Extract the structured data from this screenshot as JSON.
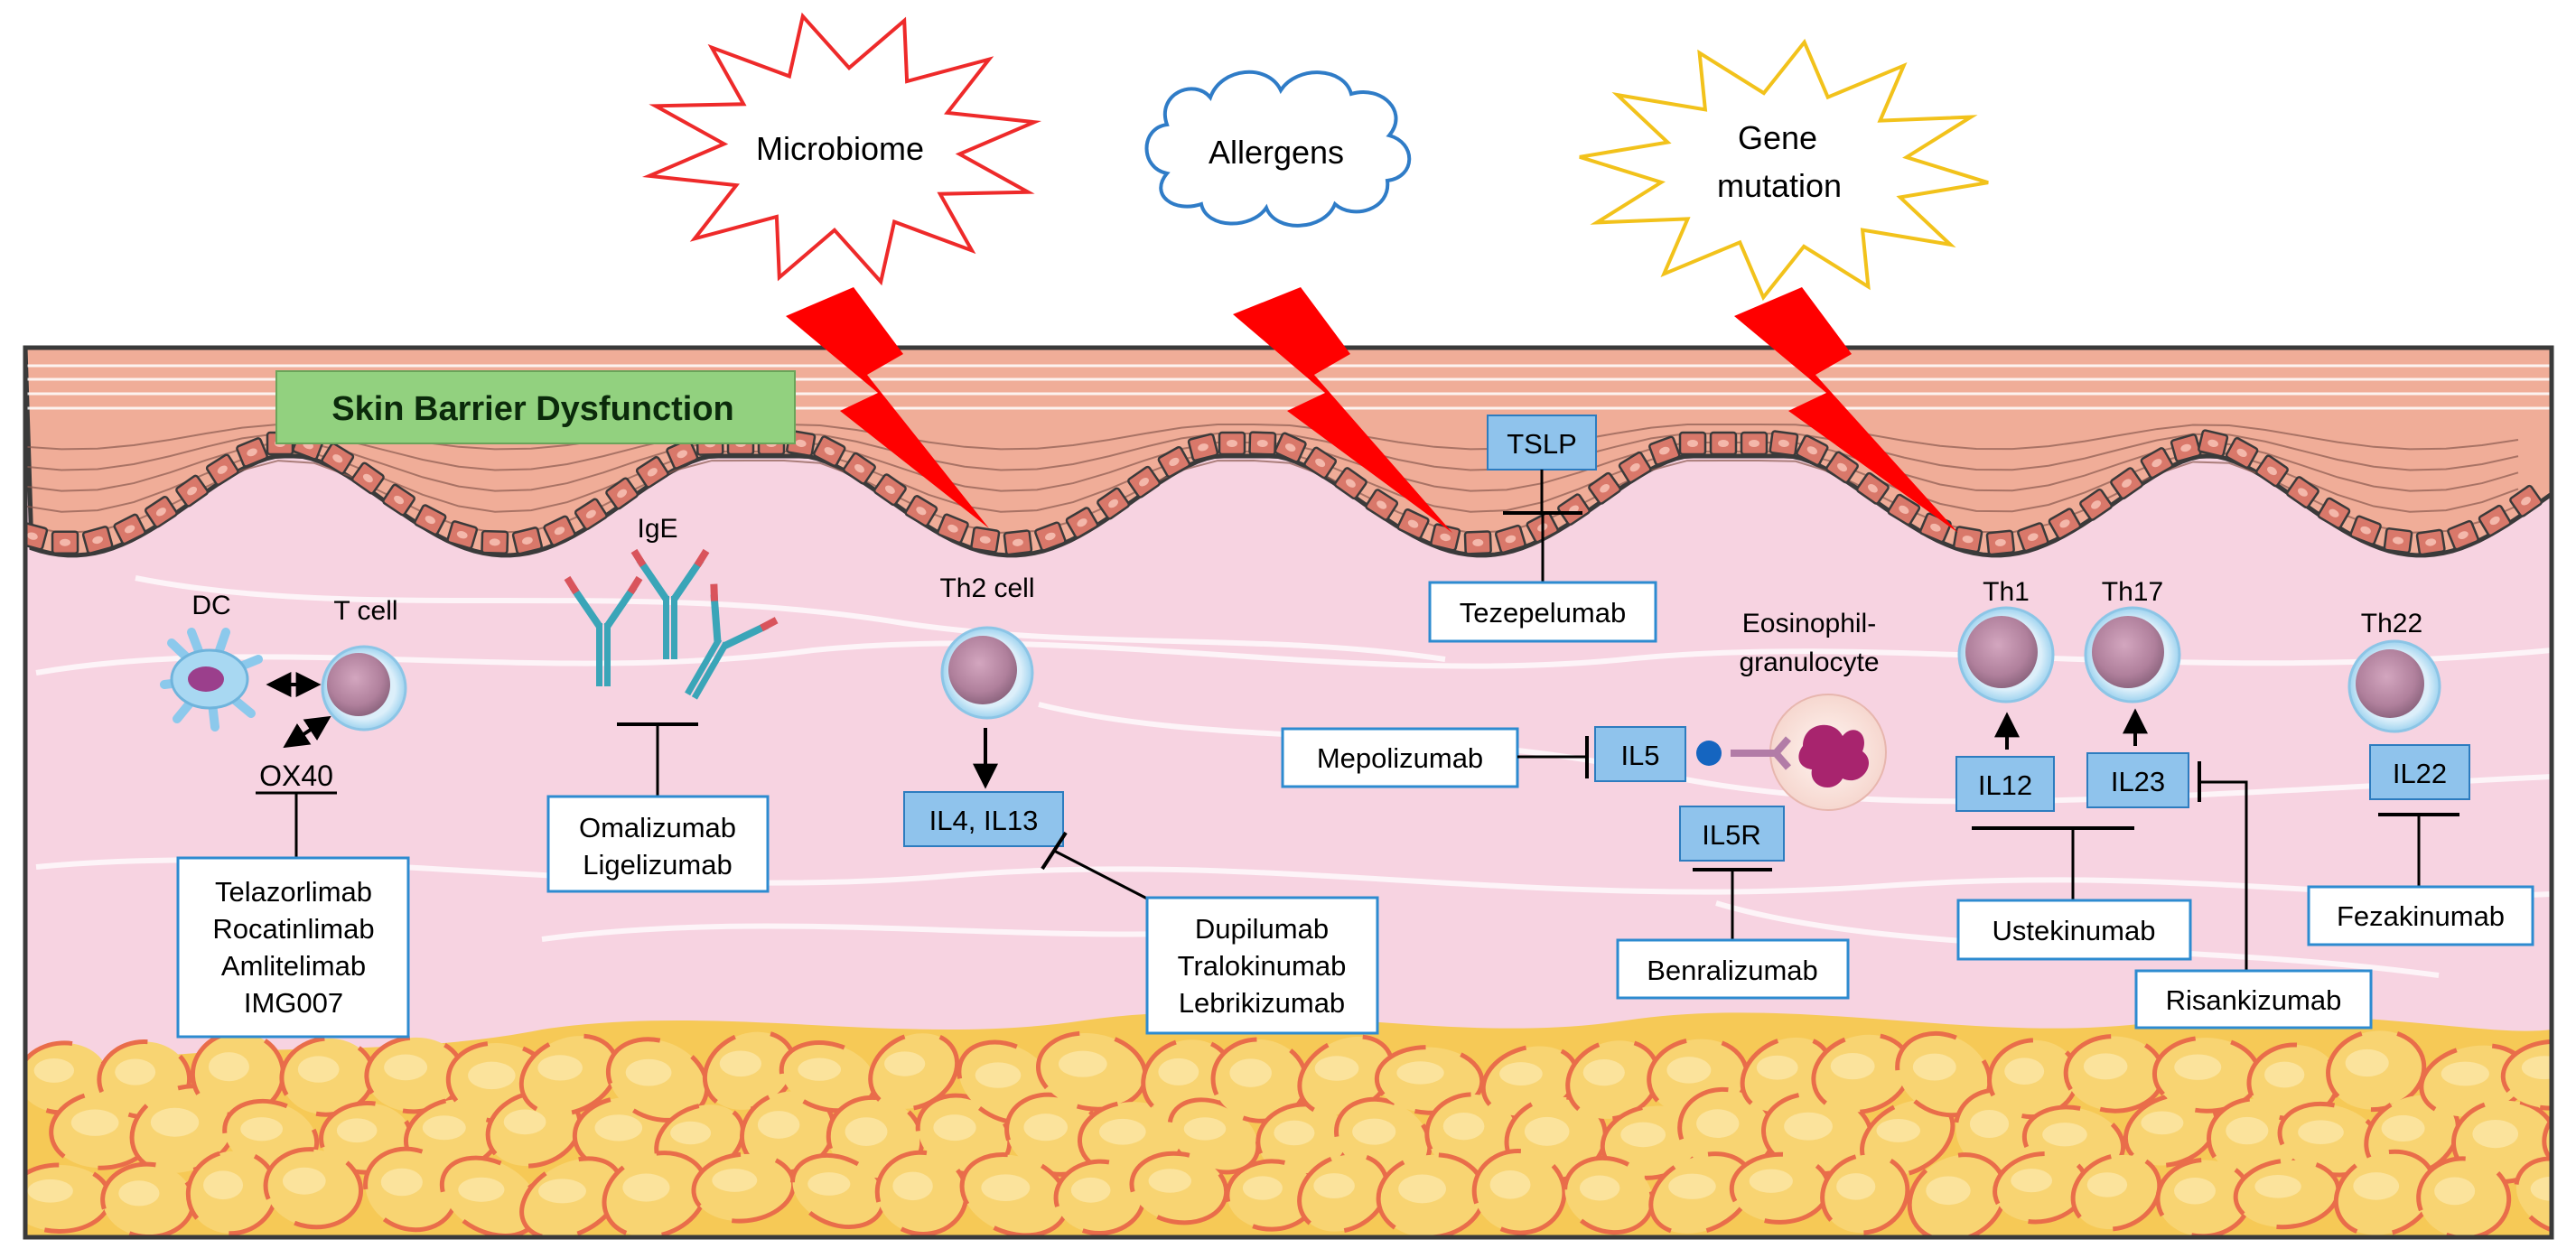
{
  "triggers": {
    "microbiome": "Microbiome",
    "allergens": "Allergens",
    "gene_line1": "Gene",
    "gene_line2": "mutation"
  },
  "title": "Skin Barrier Dysfunction",
  "cells": {
    "dc": "DC",
    "tcell": "T cell",
    "ige": "IgE",
    "th2": "Th2 cell",
    "eos_line1": "Eosinophil-",
    "eos_line2": "granulocyte",
    "th1": "Th1",
    "th17": "Th17",
    "th22": "Th22"
  },
  "targets": {
    "ox40": "OX40",
    "tslp": "TSLP",
    "il4_il13": "IL4, IL13",
    "il5": "IL5",
    "il5r": "IL5R",
    "il12": "IL12",
    "il23": "IL23",
    "il22": "IL22"
  },
  "drugs": {
    "ox40_drugs": [
      "Telazorlimab",
      "Rocatinlimab",
      "Amlitelimab",
      "IMG007"
    ],
    "ige_drugs": [
      "Omalizumab",
      "Ligelizumab"
    ],
    "il4_drugs": [
      "Dupilumab",
      "Tralokinumab",
      "Lebrikizumab"
    ],
    "tslp_drug": "Tezepelumab",
    "il5_drug": "Mepolizumab",
    "il5r_drug": "Benralizumab",
    "il12_drug": "Ustekinumab",
    "il23_drug": "Risankizumab",
    "il22_drug": "Fezakinumab"
  },
  "colors": {
    "dermis": "#f7d3e1",
    "epidermis": "#f0ad98",
    "keratinocyte": "#d9786a",
    "fat": "#f6c956",
    "fat_stroke": "#e96d4a",
    "title_box": "#92d17f",
    "target_box": "#8fc3ec",
    "drug_border": "#2d8bd0",
    "lightning": "#ff0000",
    "microbiome_burst": "#ee2a2a",
    "allergen_cloud": "#2f7cc7",
    "gene_burst": "#f2c21b"
  }
}
